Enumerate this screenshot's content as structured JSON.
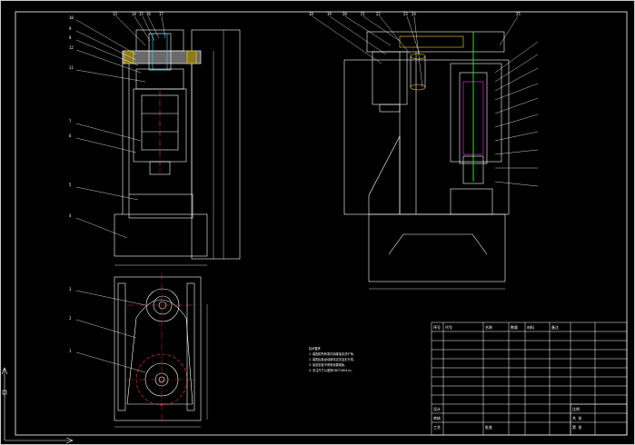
{
  "drawing": {
    "background": "#000000",
    "line_color": "#ffffff",
    "red": "#ff3b3b",
    "magenta": "#ff33ff",
    "yellow": "#ffd21a",
    "green": "#22dd22",
    "cyan": "#33ddff"
  },
  "front_view": {
    "balloons_top": [
      "13",
      "14",
      "15",
      "16",
      "17"
    ],
    "balloons_left": [
      "10",
      "9",
      "8",
      "12",
      "11",
      "7",
      "6",
      "5",
      "4"
    ]
  },
  "side_view": {
    "balloons_top": [
      "18",
      "19",
      "20",
      "21",
      "22",
      "23",
      "24",
      "25"
    ]
  },
  "top_view": {
    "balloons_left": [
      "3",
      "2",
      "1"
    ]
  },
  "notes": {
    "heading": "技术要求",
    "lines": [
      "1. 装配前所有零件用煤油清洗干净。",
      "2. 装配后各运动部件应灵活无卡滞。",
      "3. 各密封处不得有渗漏现象。",
      "4. 未注尺寸公差按GB/T1804-m。"
    ]
  },
  "title_block": {
    "cells": [
      "序号",
      "代号",
      "名称",
      "数量",
      "材料",
      "备注",
      "设计",
      "审核",
      "工艺",
      "批准",
      "比例",
      "共 张",
      "第 张"
    ]
  }
}
